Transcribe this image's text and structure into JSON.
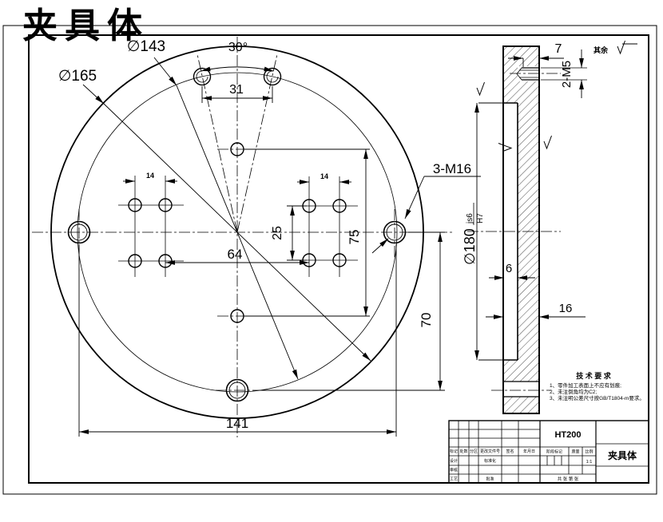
{
  "red_title": "夹具体",
  "front_view": {
    "dia_outer": "∅165",
    "dia_bolt": "∅143",
    "angle": "30°",
    "span": "31",
    "thread_label": "3-M16",
    "pitch_left": "14",
    "pitch_right": "14",
    "row_pitch": "25",
    "col_span": "64",
    "hole_span_v": "75",
    "bottom_offset": "70",
    "base_span": "141"
  },
  "section_view": {
    "depth": "7",
    "thread_label": "2-M5",
    "bore": "∅180",
    "fit_upper": "H7",
    "fit_lower": "js6",
    "recess_depth": "6",
    "thickness": "16",
    "rough_rest_label": "其余"
  },
  "notes": {
    "title": "技 术 要 求",
    "items": [
      "1、零件加工表面上不应有划痕;",
      "2、未注倒角均为C2;",
      "3、未注明公差尺寸按GB/T1804-m要求。"
    ]
  },
  "title_block": {
    "material": "HT200",
    "part_name": "夹具体",
    "headers": {
      "mark": "标记",
      "count": "处数",
      "zone": "分区",
      "doc_no": "更改文件号",
      "sign": "签名",
      "date": "年月日"
    },
    "roles": {
      "design": "设计",
      "check": "审核",
      "process": "工艺",
      "standard": "标准化",
      "approve": "批准"
    },
    "stage": "阶段标记",
    "weight": "质量",
    "scale": "比例",
    "scale_value": "1:1",
    "sheet_info": "共 张 第 张"
  }
}
